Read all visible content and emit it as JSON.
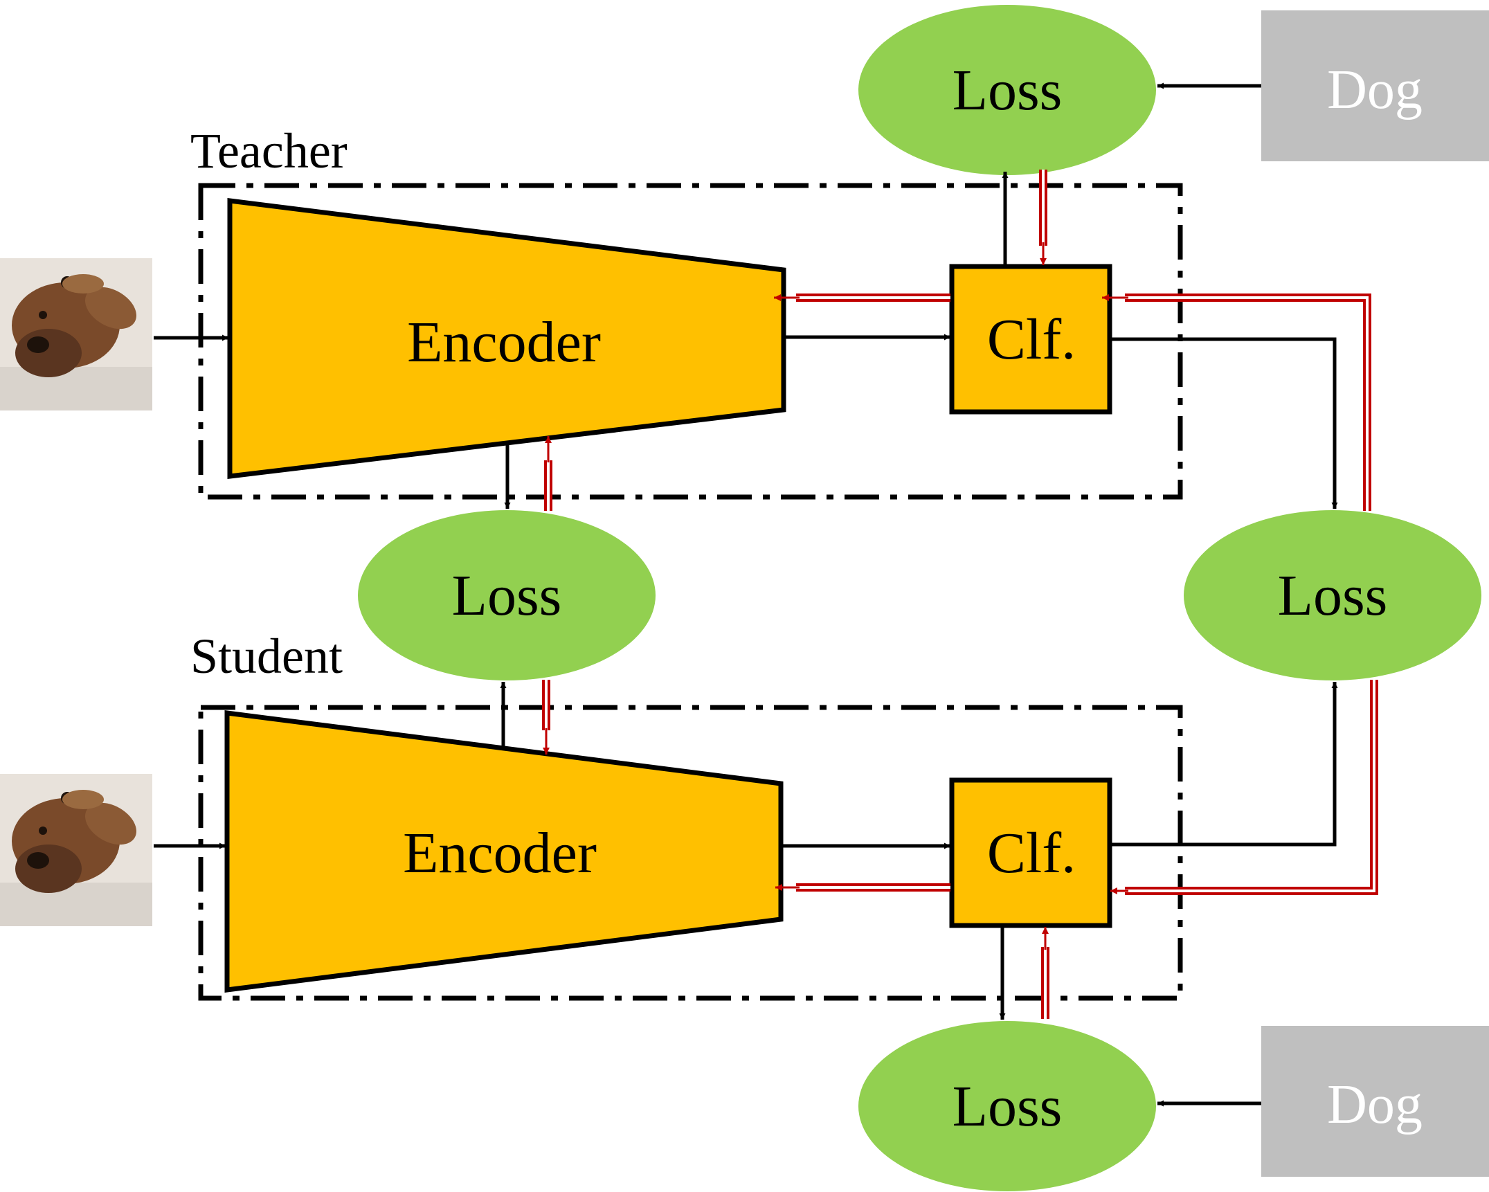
{
  "groups": {
    "teacher": "Teacher",
    "student": "Student"
  },
  "blocks": {
    "teacher_encoder": "Encoder",
    "teacher_clf": "Clf.",
    "student_encoder": "Encoder",
    "student_clf": "Clf."
  },
  "losses": {
    "teacher_label_loss": "Loss",
    "feature_loss": "Loss",
    "logit_loss": "Loss",
    "student_label_loss": "Loss"
  },
  "labels": {
    "top_dog": "Dog",
    "bottom_dog": "Dog"
  },
  "colors": {
    "block_fill": "#FFC000",
    "loss_fill": "#92D050",
    "label_box_fill": "#BFBFBF",
    "forward_arrow": "#000000",
    "backward_arrow": "#C00000"
  },
  "images": {
    "teacher_input": "dog-photo",
    "student_input": "dog-photo"
  }
}
